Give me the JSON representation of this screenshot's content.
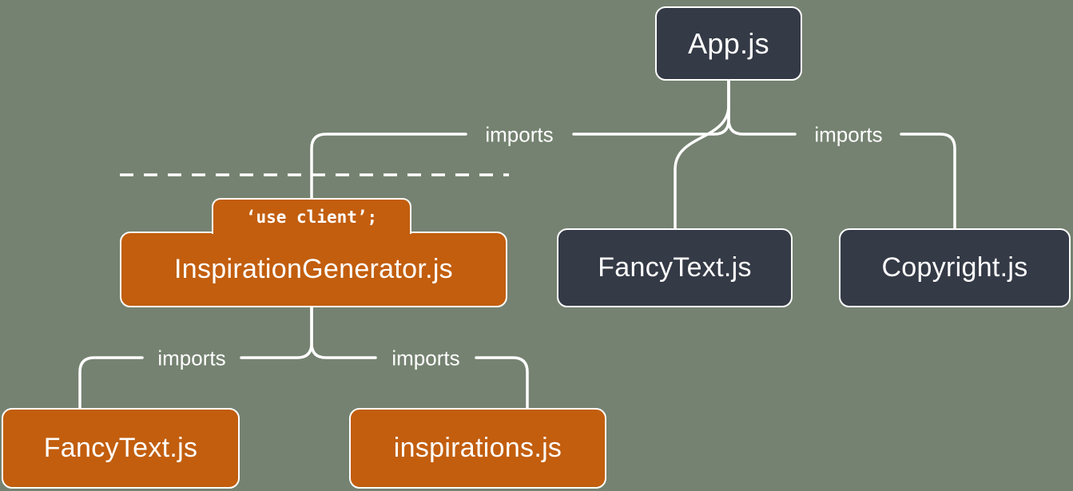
{
  "diagram": {
    "title": "module-dependency-tree",
    "colors": {
      "background": "#758271",
      "server_node_fill": "#343A46",
      "client_node_fill": "#C25E0E",
      "node_border": "#FFFFFF",
      "connector": "#FFFFFF",
      "text": "#FFFFFF"
    },
    "nodes": [
      {
        "id": "app",
        "label": "App.js",
        "kind": "server"
      },
      {
        "id": "inspiration-generator",
        "label": "InspirationGenerator.js",
        "kind": "client",
        "directive": "‘use client’;"
      },
      {
        "id": "fancytext-top",
        "label": "FancyText.js",
        "kind": "server"
      },
      {
        "id": "copyright",
        "label": "Copyright.js",
        "kind": "server"
      },
      {
        "id": "fancytext-bottom",
        "label": "FancyText.js",
        "kind": "client"
      },
      {
        "id": "inspirations",
        "label": "inspirations.js",
        "kind": "client"
      }
    ],
    "edges": [
      {
        "from": "App.js",
        "to": "InspirationGenerator.js",
        "label": "imports"
      },
      {
        "from": "App.js",
        "to": "Copyright.js",
        "label": "imports"
      },
      {
        "from": "InspirationGenerator.js",
        "to": "FancyText.js",
        "label": "imports"
      },
      {
        "from": "InspirationGenerator.js",
        "to": "inspirations.js",
        "label": "imports"
      }
    ]
  }
}
